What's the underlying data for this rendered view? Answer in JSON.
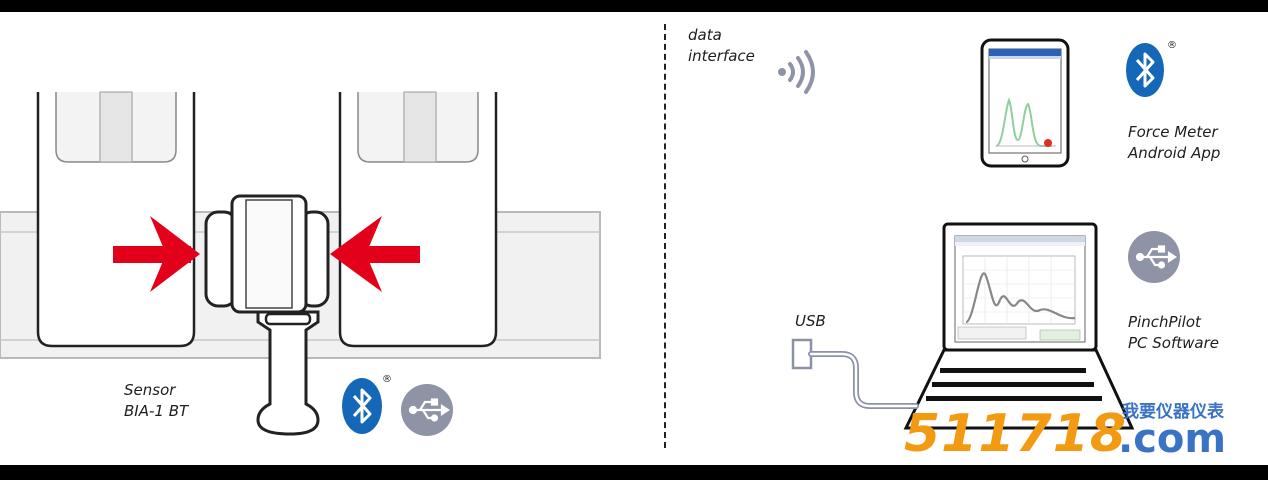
{
  "labels": {
    "sensor_line1": "Sensor",
    "sensor_line2": "BIA-1 BT",
    "data_line1": "data",
    "data_line2": "interface",
    "android_line1": "Force Meter",
    "android_line2": "Android App",
    "usb": "USB",
    "pc_line1": "PinchPilot",
    "pc_line2": "PC Software",
    "registered": "®"
  },
  "watermark": {
    "number": "511718",
    "domain": ".com",
    "chinese": "我要仪器仪表"
  },
  "icons": {
    "bluetooth": "bluetooth-icon",
    "usb": "usb-icon",
    "wireless": "wireless-signal-icon",
    "arrow": "pressure-arrow-icon"
  },
  "colors": {
    "bluetooth": "#1567b8",
    "usb_circle": "#8e93a6",
    "arrow": "#e2001a",
    "watermark_orange": "#f29a12",
    "watermark_blue": "#3b73c4",
    "graph_line": "#8fcfa0"
  }
}
